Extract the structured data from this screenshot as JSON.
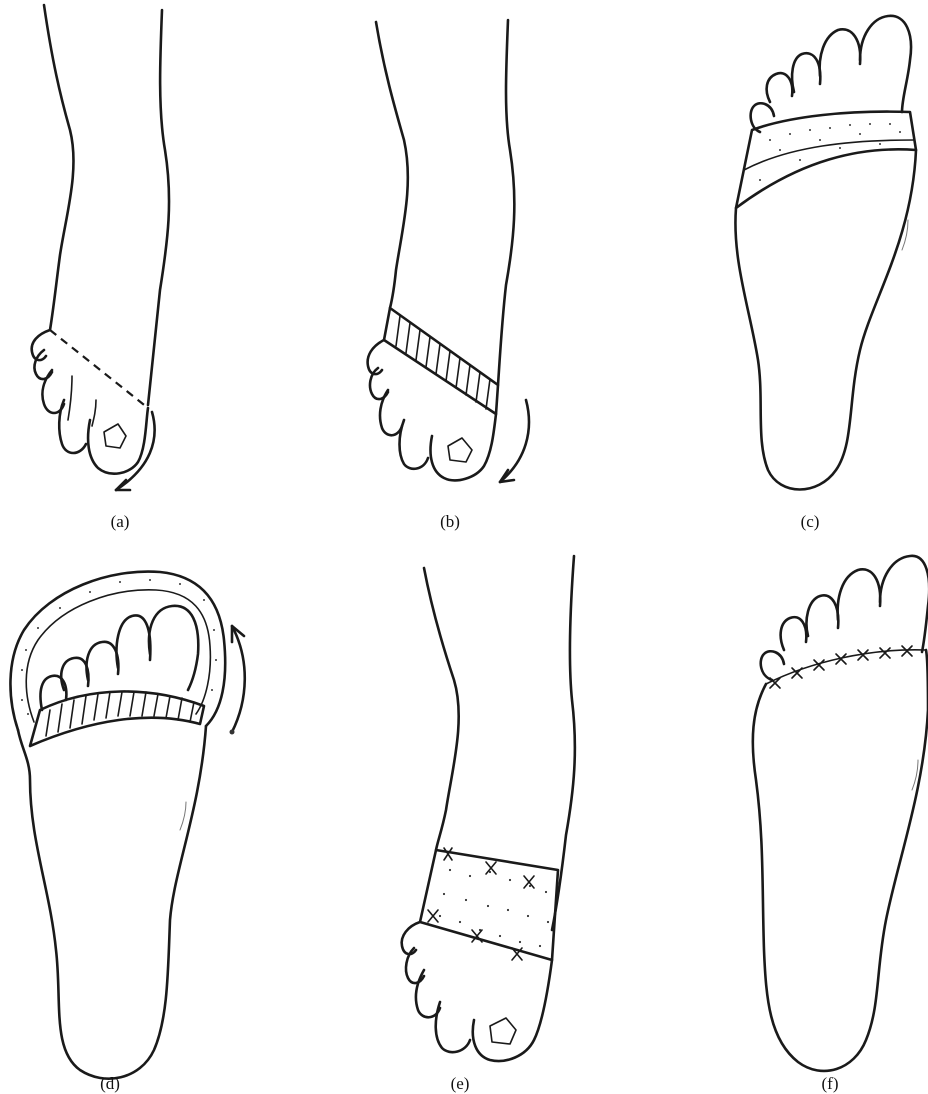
{
  "figure": {
    "panels": [
      {
        "id": "a",
        "label": "(a)",
        "view": "dorsal foot with dashed incision line and rotation arrow"
      },
      {
        "id": "b",
        "label": "(b)",
        "view": "dorsal foot with hatched excised band and rotation arrow"
      },
      {
        "id": "c",
        "label": "(c)",
        "view": "plantar foot with dotted band"
      },
      {
        "id": "d",
        "label": "(d)",
        "view": "plantar foot with dotted flap around toes and rotation arrow"
      },
      {
        "id": "e",
        "label": "(e)",
        "view": "dorsal foot with dotted graft sutured"
      },
      {
        "id": "f",
        "label": "(f)",
        "view": "plantar foot with sutured closure"
      }
    ]
  }
}
